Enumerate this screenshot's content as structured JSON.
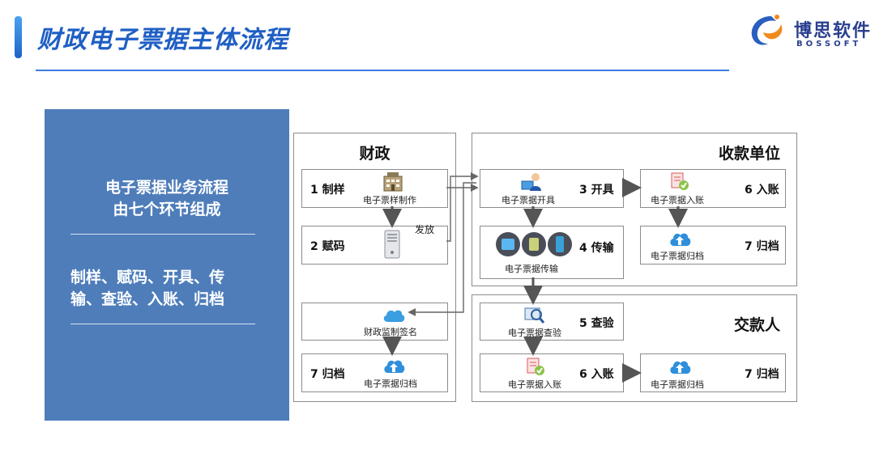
{
  "header": {
    "title": "财政电子票据主体流程"
  },
  "logo": {
    "name_cn": "博思软件",
    "name_en": "BOSSOFT"
  },
  "side_panel": {
    "heading_line1": "电子票据业务流程",
    "heading_line2": "由七个环节组成",
    "body_line1": "制样、赋码、开具、传",
    "body_line2": "输、查验、入账、归档"
  },
  "groups": {
    "finance": "财政",
    "collector": "收款单位",
    "payer": "交款人"
  },
  "steps": {
    "f1": {
      "label": "1 制样",
      "caption": "电子票样制作",
      "icon": "building-icon"
    },
    "f2": {
      "label": "2 赋码",
      "caption": "",
      "icon": "server-icon"
    },
    "f_sign": {
      "label": "",
      "caption": "财政监制签名",
      "icon": "cloud-icon"
    },
    "f7": {
      "label": "7 归档",
      "caption": "电子票据归档",
      "icon": "cloud-upload-icon"
    },
    "c3": {
      "label": "3 开具",
      "caption": "电子票据开具",
      "icon": "user-computer-icon"
    },
    "c4": {
      "label": "4 传输",
      "caption": "电子票据传输",
      "icon": "devices-icon"
    },
    "c6": {
      "label": "6 入账",
      "caption": "电子票据入账",
      "icon": "receipt-icon"
    },
    "c7": {
      "label": "7 归档",
      "caption": "电子票据归档",
      "icon": "cloud-upload-icon"
    },
    "p5": {
      "label": "5 查验",
      "caption": "电子票据查验",
      "icon": "magnifier-icon"
    },
    "p6": {
      "label": "6 入账",
      "caption": "电子票据入账",
      "icon": "receipt-icon"
    },
    "p7": {
      "label": "7 归档",
      "caption": "电子票据归档",
      "icon": "cloud-upload-icon"
    }
  },
  "annotations": {
    "issue": "发放"
  },
  "colors": {
    "accent": "#1f5fc4",
    "panel": "#4e7dba",
    "arrow": "#555555"
  }
}
